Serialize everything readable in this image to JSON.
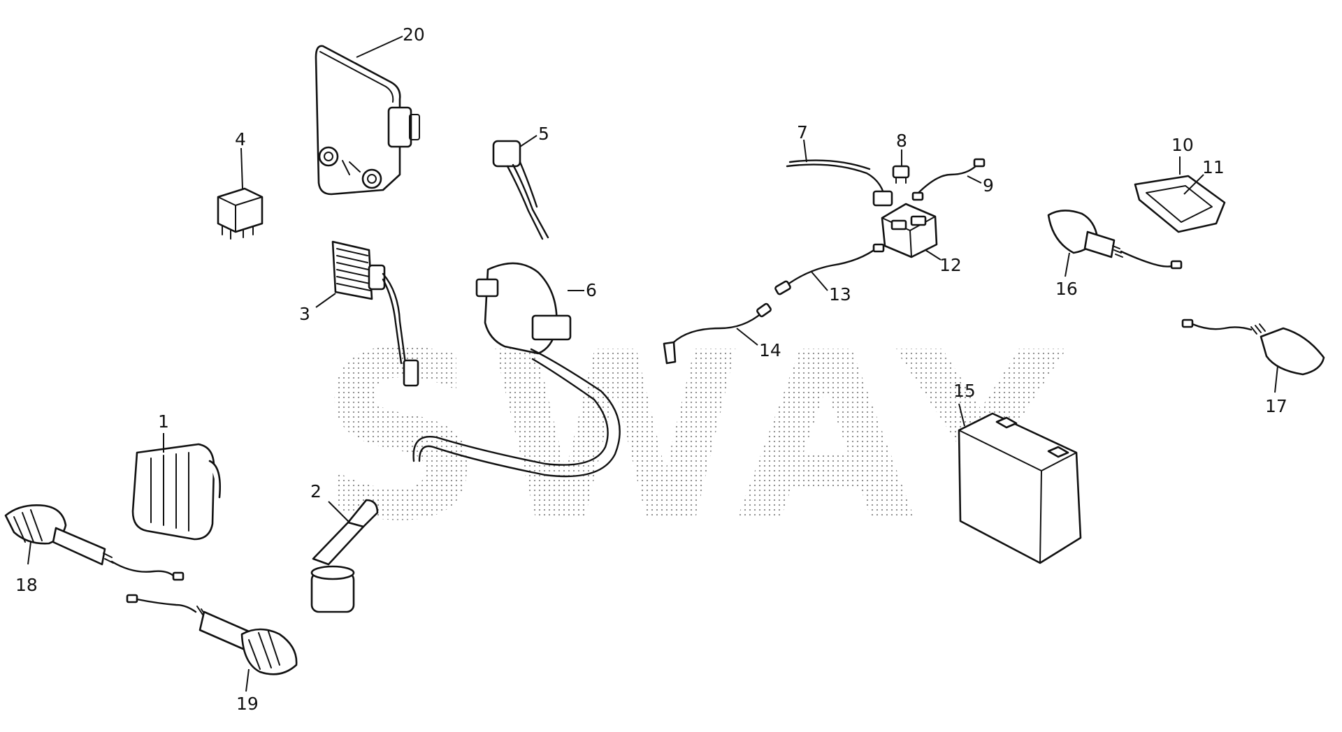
{
  "watermark": {
    "text": "SWAY",
    "color": "#8a8a8a"
  },
  "diagram": {
    "line_color": "#111111",
    "background": "#ffffff",
    "callouts": {
      "c1": "1",
      "c2": "2",
      "c3": "3",
      "c4": "4",
      "c5": "5",
      "c6": "6",
      "c7": "7",
      "c8": "8",
      "c9": "9",
      "c10": "10",
      "c11": "11",
      "c12": "12",
      "c13": "13",
      "c14": "14",
      "c15": "15",
      "c16": "16",
      "c17": "17",
      "c18": "18",
      "c19": "19",
      "c20": "20"
    }
  }
}
